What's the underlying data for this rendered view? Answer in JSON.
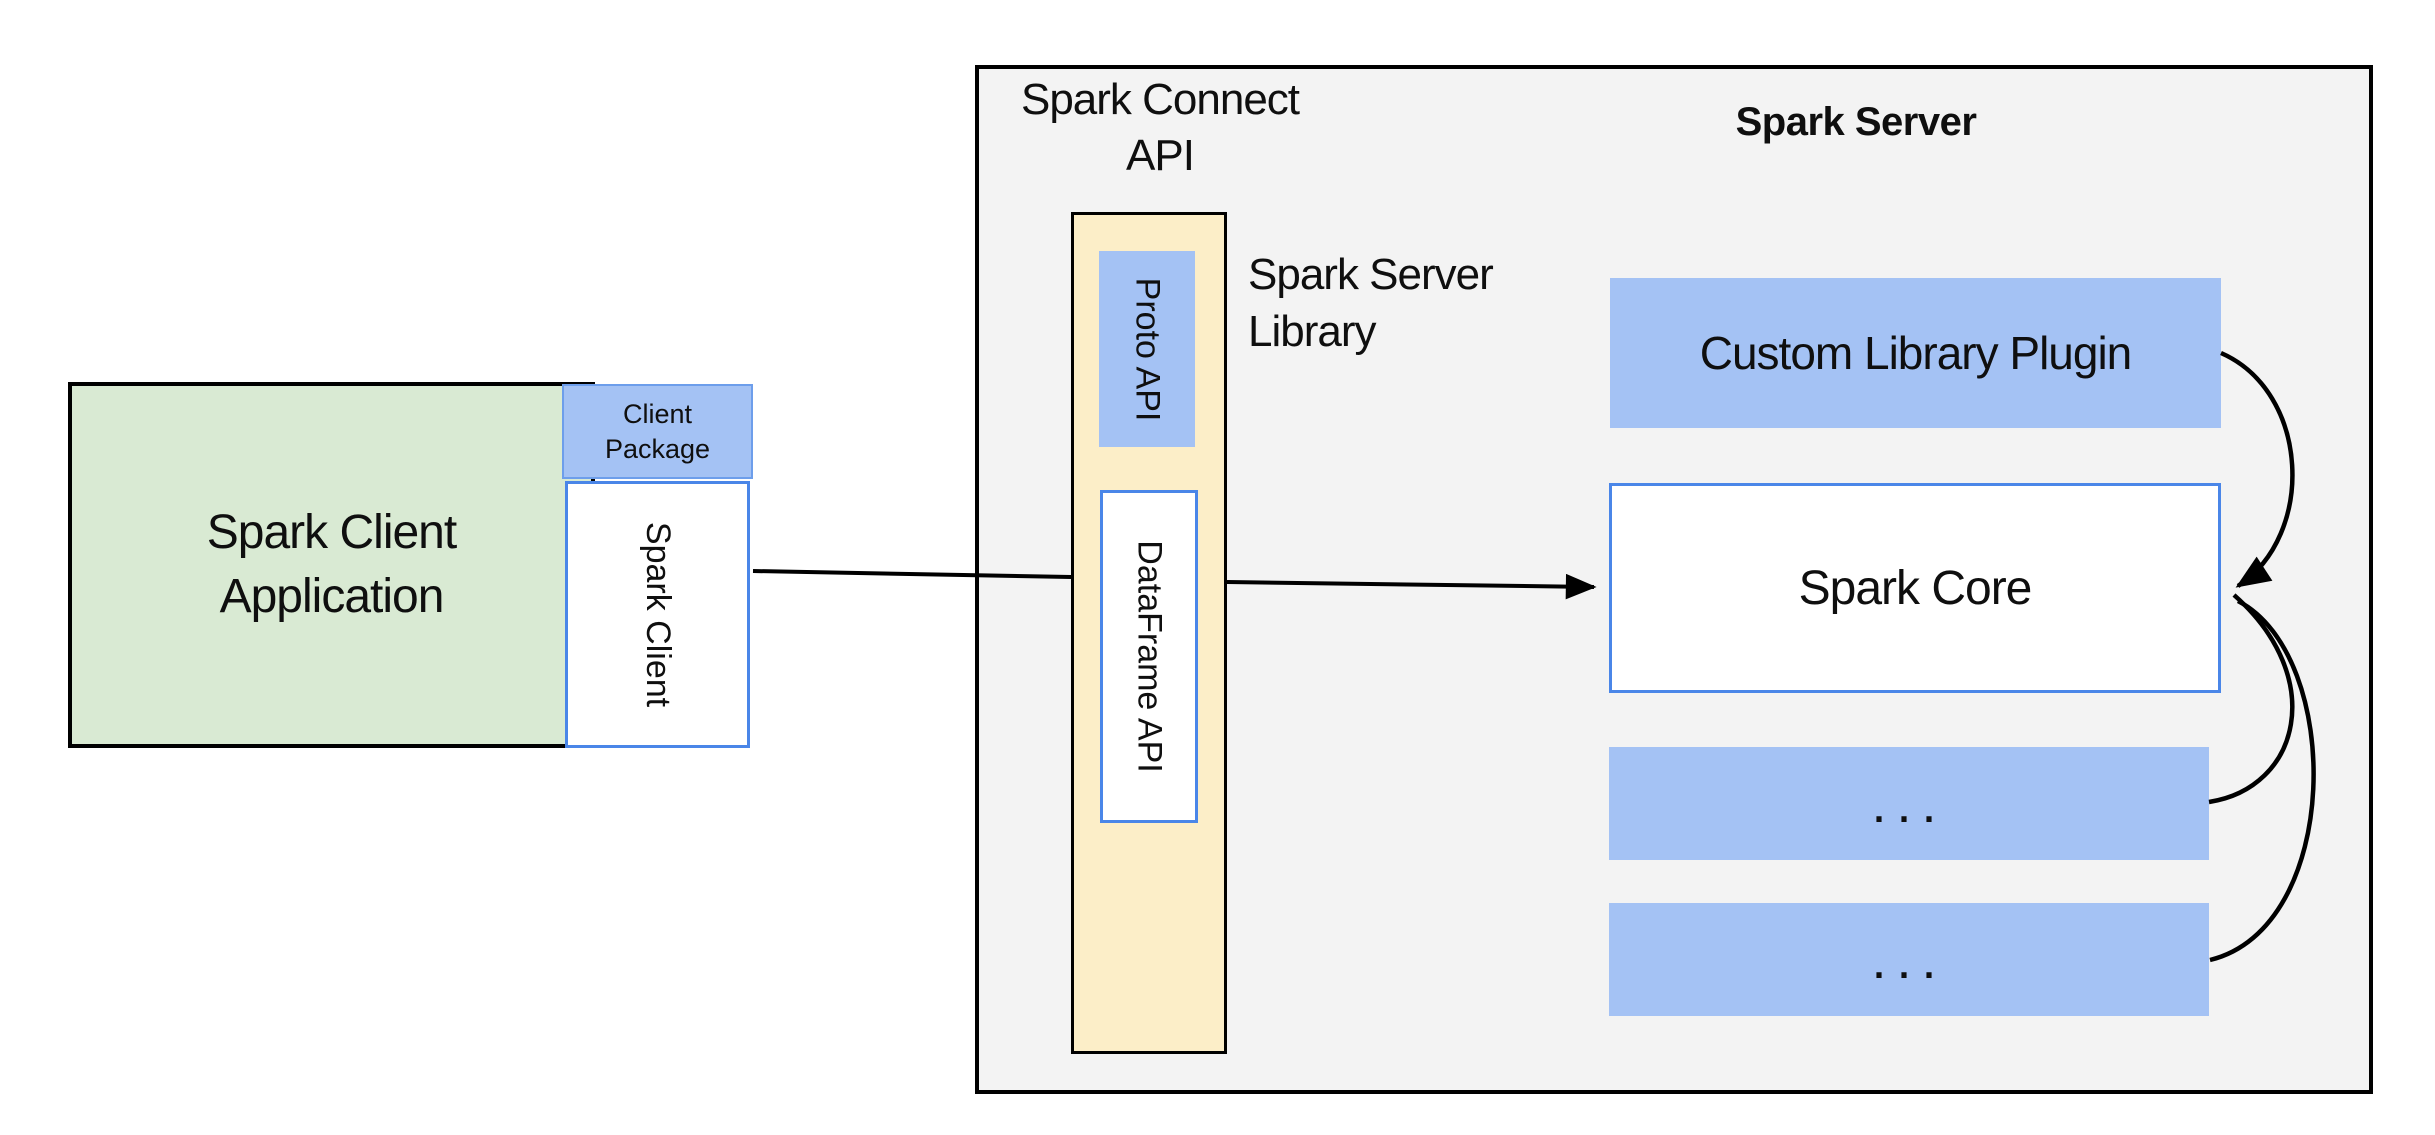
{
  "colors": {
    "green-fill": "#D9EAD3",
    "blue-fill": "#A4C2F4",
    "yellow-fill": "#FCEEC8",
    "gray-fill": "#F3F3F3",
    "blue-border": "#4A86E8",
    "package-border": "#6D9EEB",
    "line": "#000000"
  },
  "client": {
    "app_line1": "Spark Client",
    "app_line2": "Application",
    "package_line1": "Client",
    "package_line2": "Package",
    "library_label": "Spark Client"
  },
  "connect": {
    "api_line1": "Spark Connect",
    "api_line2": "API",
    "proto_label": "Proto API",
    "dataframe_label": "DataFrame API",
    "server_lib_line1": "Spark Server",
    "server_lib_line2": "Library"
  },
  "server": {
    "title": "Spark Server",
    "plugin_label": "Custom Library Plugin",
    "core_label": "Spark Core",
    "more_label_1": "...",
    "more_label_2": "..."
  }
}
